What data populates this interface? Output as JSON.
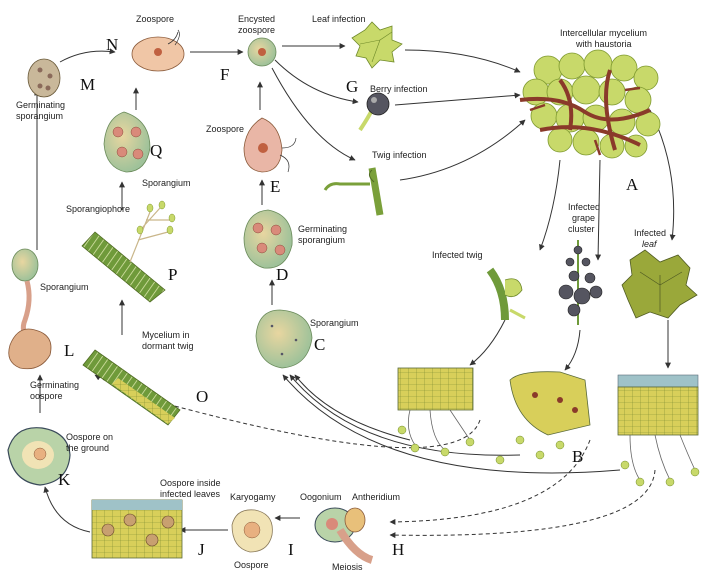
{
  "letters": {
    "A": "A",
    "B": "B",
    "C": "C",
    "D": "D",
    "E": "E",
    "F": "F",
    "G": "G",
    "H": "H",
    "I": "I",
    "J": "J",
    "K": "K",
    "L": "L",
    "M": "M",
    "N": "N",
    "O": "O",
    "P": "P",
    "Q": "Q"
  },
  "labels": {
    "zoospore_n": "Zoospore",
    "encysted_1": "Encysted",
    "encysted_2": "zoospore",
    "leaf_infection": "Leaf infection",
    "berry_infection": "Berry infection",
    "twig_infection": "Twig infection",
    "intercellular_1": "Intercellular mycelium",
    "intercellular_2": "with haustoria",
    "germ_spor_m_1": "Germinating",
    "germ_spor_m_2": "sporangium",
    "zoospore_e": "Zoospore",
    "sporangium_p": "Sporangium",
    "sporangiophore": "Sporangiophore",
    "germ_spor_d_1": "Germinating",
    "germ_spor_d_2": "sporangium",
    "infected_twig": "Infected twig",
    "infected_grape_1": "Infected",
    "infected_grape_2": "grape",
    "infected_grape_3": "cluster",
    "infected_leaf_1": "Infected",
    "infected_leaf_2": "leaf",
    "sporangium_l": "Sporangium",
    "sporangium_c": "Sporangium",
    "mycelium_dormant_1": "Mycelium in",
    "mycelium_dormant_2": "dormant twig",
    "germ_oospore_1": "Germinating",
    "germ_oospore_2": "oospore",
    "oospore_ground_1": "Oospore on",
    "oospore_ground_2": "the ground",
    "oospore_inside_1": "Oospore inside",
    "oospore_inside_2": "infected leaves",
    "karyogamy": "Karyogamy",
    "oogonium": "Oogonium",
    "antheridium": "Antheridium",
    "oospore_i": "Oospore",
    "meiosis": "Meiosis"
  },
  "colors": {
    "leaf_green": "#c8d96a",
    "leaf_dark": "#8aa53a",
    "mycelium": "#8a3a2a",
    "spore_green": "#b7cf8a",
    "spore_pink": "#d98a7a",
    "cell_yellow": "#d8cf5a",
    "berry": "#555560",
    "arrow": "#333333"
  }
}
